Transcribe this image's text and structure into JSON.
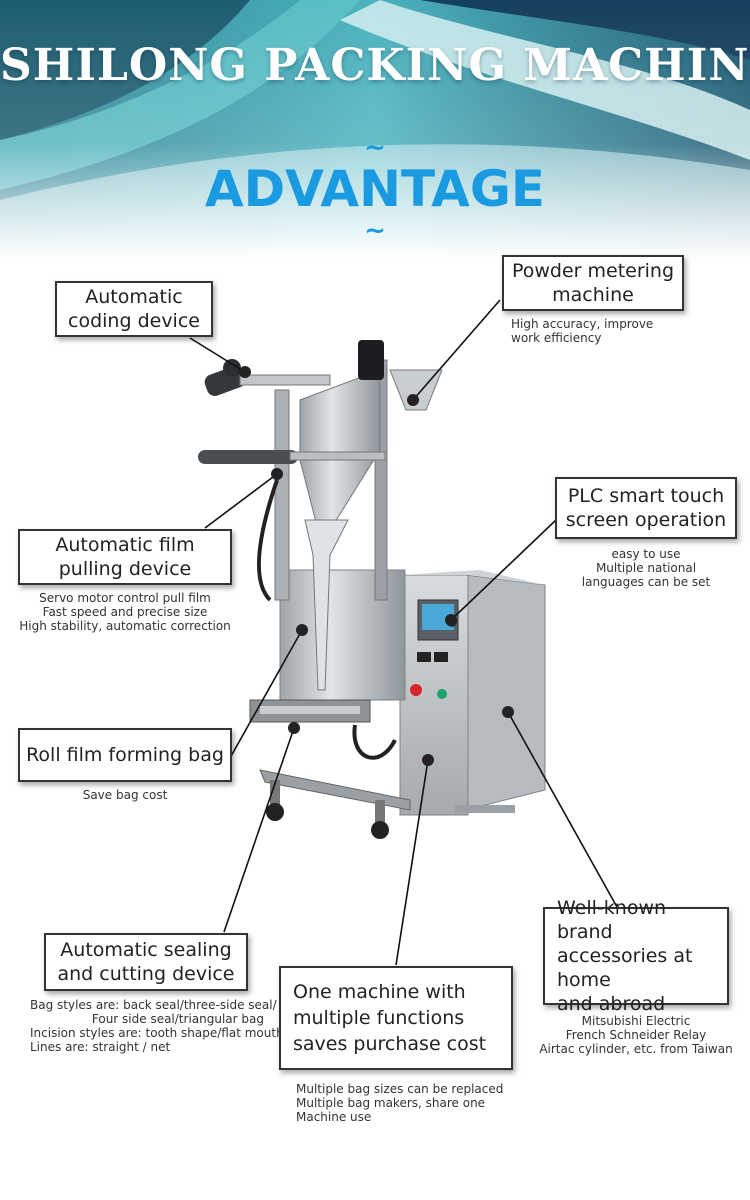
{
  "header": {
    "title": "SHILONG PACKING MACHINE",
    "subtitle": "ADVANTAGE",
    "tilde_top": "~",
    "tilde_bottom": "~"
  },
  "colors": {
    "accent": "#1a9ae0",
    "hero_dark": "#1f5f72",
    "hero_mid": "#3aa2b0",
    "hero_light": "#9fd8e0"
  },
  "features": {
    "coding": {
      "title_line1": "Automatic",
      "title_line2": "coding device"
    },
    "powder": {
      "title_line1": "Powder metering",
      "title_line2": "machine",
      "notes": [
        "High accuracy, improve",
        "work efficiency"
      ]
    },
    "film": {
      "title_line1": "Automatic film",
      "title_line2": "pulling device",
      "notes": [
        "Servo motor control pull film",
        "Fast speed and precise size",
        "High stability, automatic correction"
      ]
    },
    "plc": {
      "title_line1": "PLC smart touch",
      "title_line2": "screen operation",
      "notes": [
        "easy to use",
        "Multiple national",
        "languages can be set"
      ]
    },
    "roll": {
      "title": "Roll film forming bag",
      "notes": [
        "Save bag cost"
      ]
    },
    "sealing": {
      "title_line1": "Automatic sealing",
      "title_line2": "and cutting device",
      "notes": [
        "Bag styles are: back seal/three-side seal/",
        "Four side seal/triangular bag",
        "Incision styles are: tooth shape/flat mouth",
        "Lines are: straight / net"
      ]
    },
    "multi": {
      "title_line1": "One machine with",
      "title_line2": "multiple functions",
      "title_line3": "saves purchase cost",
      "notes": [
        "Multiple bag sizes can be replaced",
        "Multiple bag makers, share one",
        "Machine use"
      ]
    },
    "brand": {
      "title_line1": "Well-known brand",
      "title_line2": "accessories at home",
      "title_line3": "and abroad",
      "notes": [
        "Mitsubishi Electric",
        "French Schneider Relay",
        "Airtac cylinder, etc. from Taiwan"
      ]
    }
  }
}
